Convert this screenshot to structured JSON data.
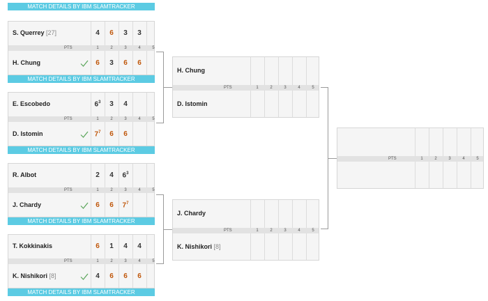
{
  "colors": {
    "accent": "#5ccbe3",
    "winner_score": "#c0580c",
    "check": "#5aa55a"
  },
  "top_bar": {
    "label": "MATCH DETAILS BY IBM SLAMTRACKER"
  },
  "round1": [
    {
      "p1": {
        "name": "S. Querrey",
        "seed": "[27]",
        "scores": [
          "4",
          "6",
          "3",
          "3"
        ],
        "win": [
          false,
          true,
          false,
          false
        ],
        "sup": [
          "",
          "",
          "",
          ""
        ]
      },
      "p2": {
        "name": "H. Chung",
        "seed": "",
        "scores": [
          "6",
          "3",
          "6",
          "6"
        ],
        "win": [
          true,
          false,
          true,
          true
        ],
        "sup": [
          "",
          "",
          "",
          ""
        ]
      },
      "winner": 2,
      "pts_label": "PTS",
      "set_numbers": [
        "1",
        "2",
        "3",
        "4",
        "5"
      ],
      "details_label": "MATCH DETAILS BY IBM SLAMTRACKER"
    },
    {
      "p1": {
        "name": "E. Escobedo",
        "seed": "",
        "scores": [
          "6",
          "3",
          "4"
        ],
        "win": [
          false,
          false,
          false
        ],
        "sup": [
          "3",
          "",
          ""
        ]
      },
      "p2": {
        "name": "D. Istomin",
        "seed": "",
        "scores": [
          "7",
          "6",
          "6"
        ],
        "win": [
          true,
          true,
          true
        ],
        "sup": [
          "7",
          "",
          ""
        ]
      },
      "winner": 2,
      "pts_label": "PTS",
      "set_numbers": [
        "1",
        "2",
        "3",
        "4",
        "5"
      ],
      "details_label": "MATCH DETAILS BY IBM SLAMTRACKER"
    },
    {
      "p1": {
        "name": "R. Albot",
        "seed": "",
        "scores": [
          "2",
          "4",
          "6"
        ],
        "win": [
          false,
          false,
          false
        ],
        "sup": [
          "",
          "",
          "3"
        ]
      },
      "p2": {
        "name": "J. Chardy",
        "seed": "",
        "scores": [
          "6",
          "6",
          "7"
        ],
        "win": [
          true,
          true,
          true
        ],
        "sup": [
          "",
          "",
          "7"
        ]
      },
      "winner": 2,
      "pts_label": "PTS",
      "set_numbers": [
        "1",
        "2",
        "3",
        "4",
        "5"
      ],
      "details_label": "MATCH DETAILS BY IBM SLAMTRACKER"
    },
    {
      "p1": {
        "name": "T. Kokkinakis",
        "seed": "",
        "scores": [
          "6",
          "1",
          "4",
          "4"
        ],
        "win": [
          true,
          false,
          false,
          false
        ],
        "sup": [
          "",
          "",
          "",
          ""
        ]
      },
      "p2": {
        "name": "K. Nishikori",
        "seed": "[8]",
        "scores": [
          "4",
          "6",
          "6",
          "6"
        ],
        "win": [
          false,
          true,
          true,
          true
        ],
        "sup": [
          "",
          "",
          "",
          ""
        ]
      },
      "winner": 2,
      "pts_label": "PTS",
      "set_numbers": [
        "1",
        "2",
        "3",
        "4",
        "5"
      ],
      "details_label": "MATCH DETAILS BY IBM SLAMTRACKER"
    }
  ],
  "round2": [
    {
      "p1": {
        "name": "H. Chung",
        "seed": ""
      },
      "p2": {
        "name": "D. Istomin",
        "seed": ""
      },
      "pts_label": "PTS",
      "set_numbers": [
        "1",
        "2",
        "3",
        "4",
        "5"
      ]
    },
    {
      "p1": {
        "name": "J. Chardy",
        "seed": ""
      },
      "p2": {
        "name": "K. Nishikori",
        "seed": "[8]"
      },
      "pts_label": "PTS",
      "set_numbers": [
        "1",
        "2",
        "3",
        "4",
        "5"
      ]
    }
  ],
  "round3": {
    "pts_label": "PTS",
    "set_numbers": [
      "1",
      "2",
      "3",
      "4",
      "5"
    ]
  }
}
